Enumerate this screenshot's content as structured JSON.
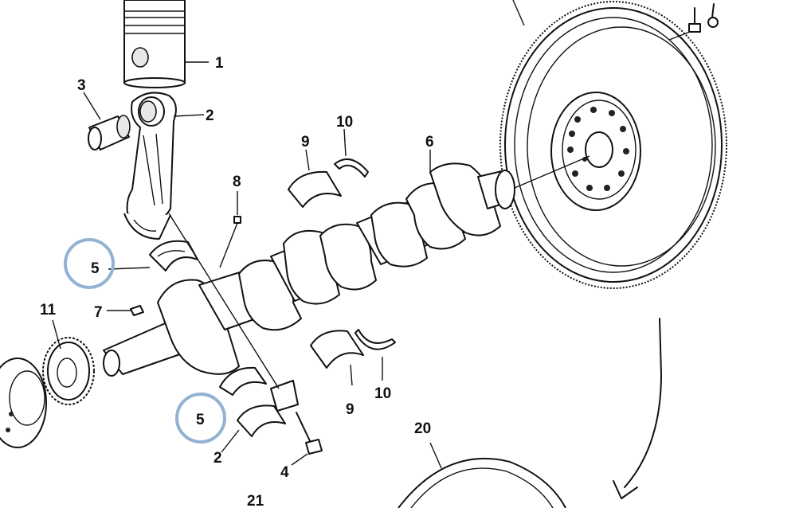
{
  "diagram": {
    "callouts": {
      "c1": "1",
      "c2a": "2",
      "c2b": "2",
      "c3": "3",
      "c4": "4",
      "c5a": "5",
      "c5b": "5",
      "c6": "6",
      "c7": "7",
      "c8": "8",
      "c9a": "9",
      "c9b": "9",
      "c10a": "10",
      "c10b": "10",
      "c11": "11",
      "c20": "20",
      "c21": "21"
    },
    "highlight_color": "#92b2d4",
    "line_color": "#111111"
  }
}
